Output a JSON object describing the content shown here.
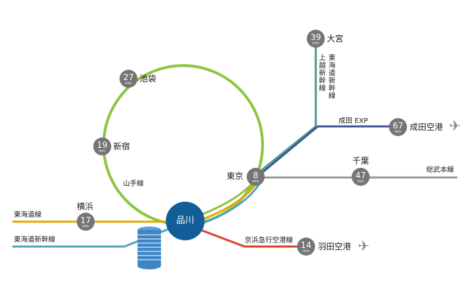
{
  "hub": {
    "name": "品川"
  },
  "unit": "min",
  "stations": {
    "omiya": {
      "name": "大宮",
      "minutes": "39"
    },
    "ikebukuro": {
      "name": "池袋",
      "minutes": "27"
    },
    "shinjuku": {
      "name": "新宿",
      "minutes": "19"
    },
    "tokyo": {
      "name": "東京",
      "minutes": "8"
    },
    "narita": {
      "name": "成田空港",
      "minutes": "67"
    },
    "chiba": {
      "name": "千葉",
      "minutes": "47"
    },
    "yokohama": {
      "name": "横浜",
      "minutes": "17"
    },
    "haneda": {
      "name": "羽田空港",
      "minutes": "14"
    }
  },
  "lines": {
    "yamanote": "山手線",
    "joetsu_shinkansen": "上越新幹線",
    "tohoku_shinkansen": "東海道新幹線",
    "narita_exp": "成田 EXP",
    "sobu": "総武本線",
    "tokaido": "東海道線",
    "tokaido_shinkansen": "東海道新幹線",
    "keikyu": "京浜急行空港線"
  },
  "colors": {
    "yamanote": "#8cc63f",
    "shinkansen_teal": "#4a9a8c",
    "narita_exp": "#3f5894",
    "sobu": "#9a9a9a",
    "tokaido": "#e0a800",
    "tokaido_shinkansen": "#4fa3c4",
    "keikyu": "#d9412c",
    "hub": "#115e99",
    "badge": "#757575"
  },
  "icons": {
    "airport": "airplane-icon",
    "building": "building-icon"
  }
}
